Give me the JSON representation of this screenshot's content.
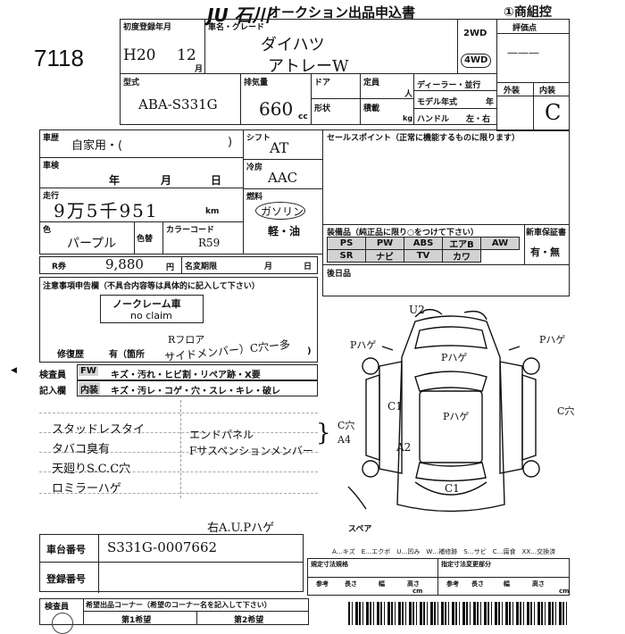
{
  "header": {
    "logo": "JU 石川",
    "title": "オークション出品申込書",
    "copy_label": "①商組控",
    "lot_number": "7118"
  },
  "first_registration": {
    "label": "初度登録年月",
    "era_year": "H20",
    "month": "12",
    "month_unit": "月"
  },
  "model_grade": {
    "label": "車名・グレード",
    "maker": "ダイハツ",
    "model": "アトレーW"
  },
  "drive": {
    "two": "2WD",
    "four": "4WD"
  },
  "rating": {
    "label": "評価点",
    "exterior": "外装",
    "interior": "内装",
    "interior_grade": "C"
  },
  "model_code": {
    "label": "型式",
    "value": "ABA-S331G"
  },
  "displacement": {
    "label": "排気量",
    "value": "660",
    "unit": "cc"
  },
  "doors": {
    "label": "ドア",
    "shape_label": "形状"
  },
  "capacity": {
    "label": "定員",
    "unit": "人",
    "load_label": "積載",
    "load_unit": "kg"
  },
  "dealer": {
    "label": "ディーラー・並行",
    "model_year": "モデル年式",
    "model_year_unit": "年",
    "handle": "ハンドル",
    "handle_opts": "左・右"
  },
  "usage": {
    "label": "車歴",
    "value": "自家用・(",
    "close": ")"
  },
  "inspection": {
    "label": "車検",
    "year": "年",
    "month": "月",
    "day": "日"
  },
  "mileage": {
    "label": "走行",
    "value": "9万5千951",
    "unit": "km"
  },
  "color": {
    "label": "色",
    "value": "パープル",
    "code_label": "色替",
    "code_value": "カラーコード",
    "code": "R59"
  },
  "shift": {
    "label": "シフト",
    "value": "AT"
  },
  "aircon": {
    "label": "冷房",
    "value": "AAC"
  },
  "fuel": {
    "label": "燃料",
    "value": "ガソリン",
    "alt": "軽・油"
  },
  "sales_point": {
    "label": "セールスポイント（正常に機能するものに限ります）"
  },
  "equipment": {
    "label": "装備品（純正品に限り○をつけて下さい）",
    "row1": [
      "PS",
      "PW",
      "ABS",
      "エアB",
      "AW"
    ],
    "row2": [
      "SR",
      "ナビ",
      "TV",
      "カワ"
    ]
  },
  "new_car_warranty": {
    "label": "新車保証書",
    "value": "有・無"
  },
  "recycle": {
    "label": "R券",
    "value": "9,880",
    "unit": "円"
  },
  "name_change": {
    "label": "名変期限",
    "month": "月",
    "day": "日"
  },
  "next_day": {
    "label": "後日品"
  },
  "notes": {
    "label": "注意事項申告欄（不具合内容等は具体的に記入して下さい）",
    "noclaim_jp": "ノークレーム車",
    "noclaim_en": "no claim",
    "repair_label": "修復歴",
    "repair_value": "有（箇所",
    "repair_note1": "Rフロア",
    "repair_note2": "サイドメンバー）C穴ー多",
    "repair_close": ")"
  },
  "inspector": {
    "label": "検査員",
    "fw": "FW",
    "fw_items": "キズ・汚れ・ヒビ割・リペア跡・X要",
    "entry_label": "記入欄",
    "inner": "内装",
    "inner_items": "キズ・汚レ・コゲ・穴・スレ・キレ・破レ"
  },
  "handwritten_notes": [
    "スタッドレスタイ",
    "タバコ臭有",
    "天廻りS.C.C穴",
    "ロミラーハゲ",
    "エンドパネル",
    "Fサスペンションメンバー",
    "C穴",
    "A4",
    "右A.U.Pハゲ"
  ],
  "diagram": {
    "top": "U2",
    "labels": [
      "Pハゲ",
      "Pハゲ",
      "Pハゲ",
      "C1",
      "Pハゲ",
      "C穴",
      "A2",
      "C1",
      "C1"
    ],
    "spare": "スペア",
    "legend": "A…キズ　E…エクボ　U…凹み　W…補修跡　S…サビ　C…腐食　XX…交換済"
  },
  "chassis": {
    "label": "車台番号",
    "value": "S331G-0007662"
  },
  "registration": {
    "label": "登録番号"
  },
  "dimensions": {
    "spec_label": "規定寸法規格",
    "body_label": "指定寸法変更部分",
    "ref": "参考",
    "length": "長さ",
    "width": "幅",
    "height": "高さ",
    "cm": "cm"
  },
  "inspection_seal": {
    "label": "検査員"
  },
  "corner": {
    "label": "希望出品コーナー（希望のコーナー名を記入して下さい）",
    "first": "第1希望",
    "second": "第2希望"
  }
}
